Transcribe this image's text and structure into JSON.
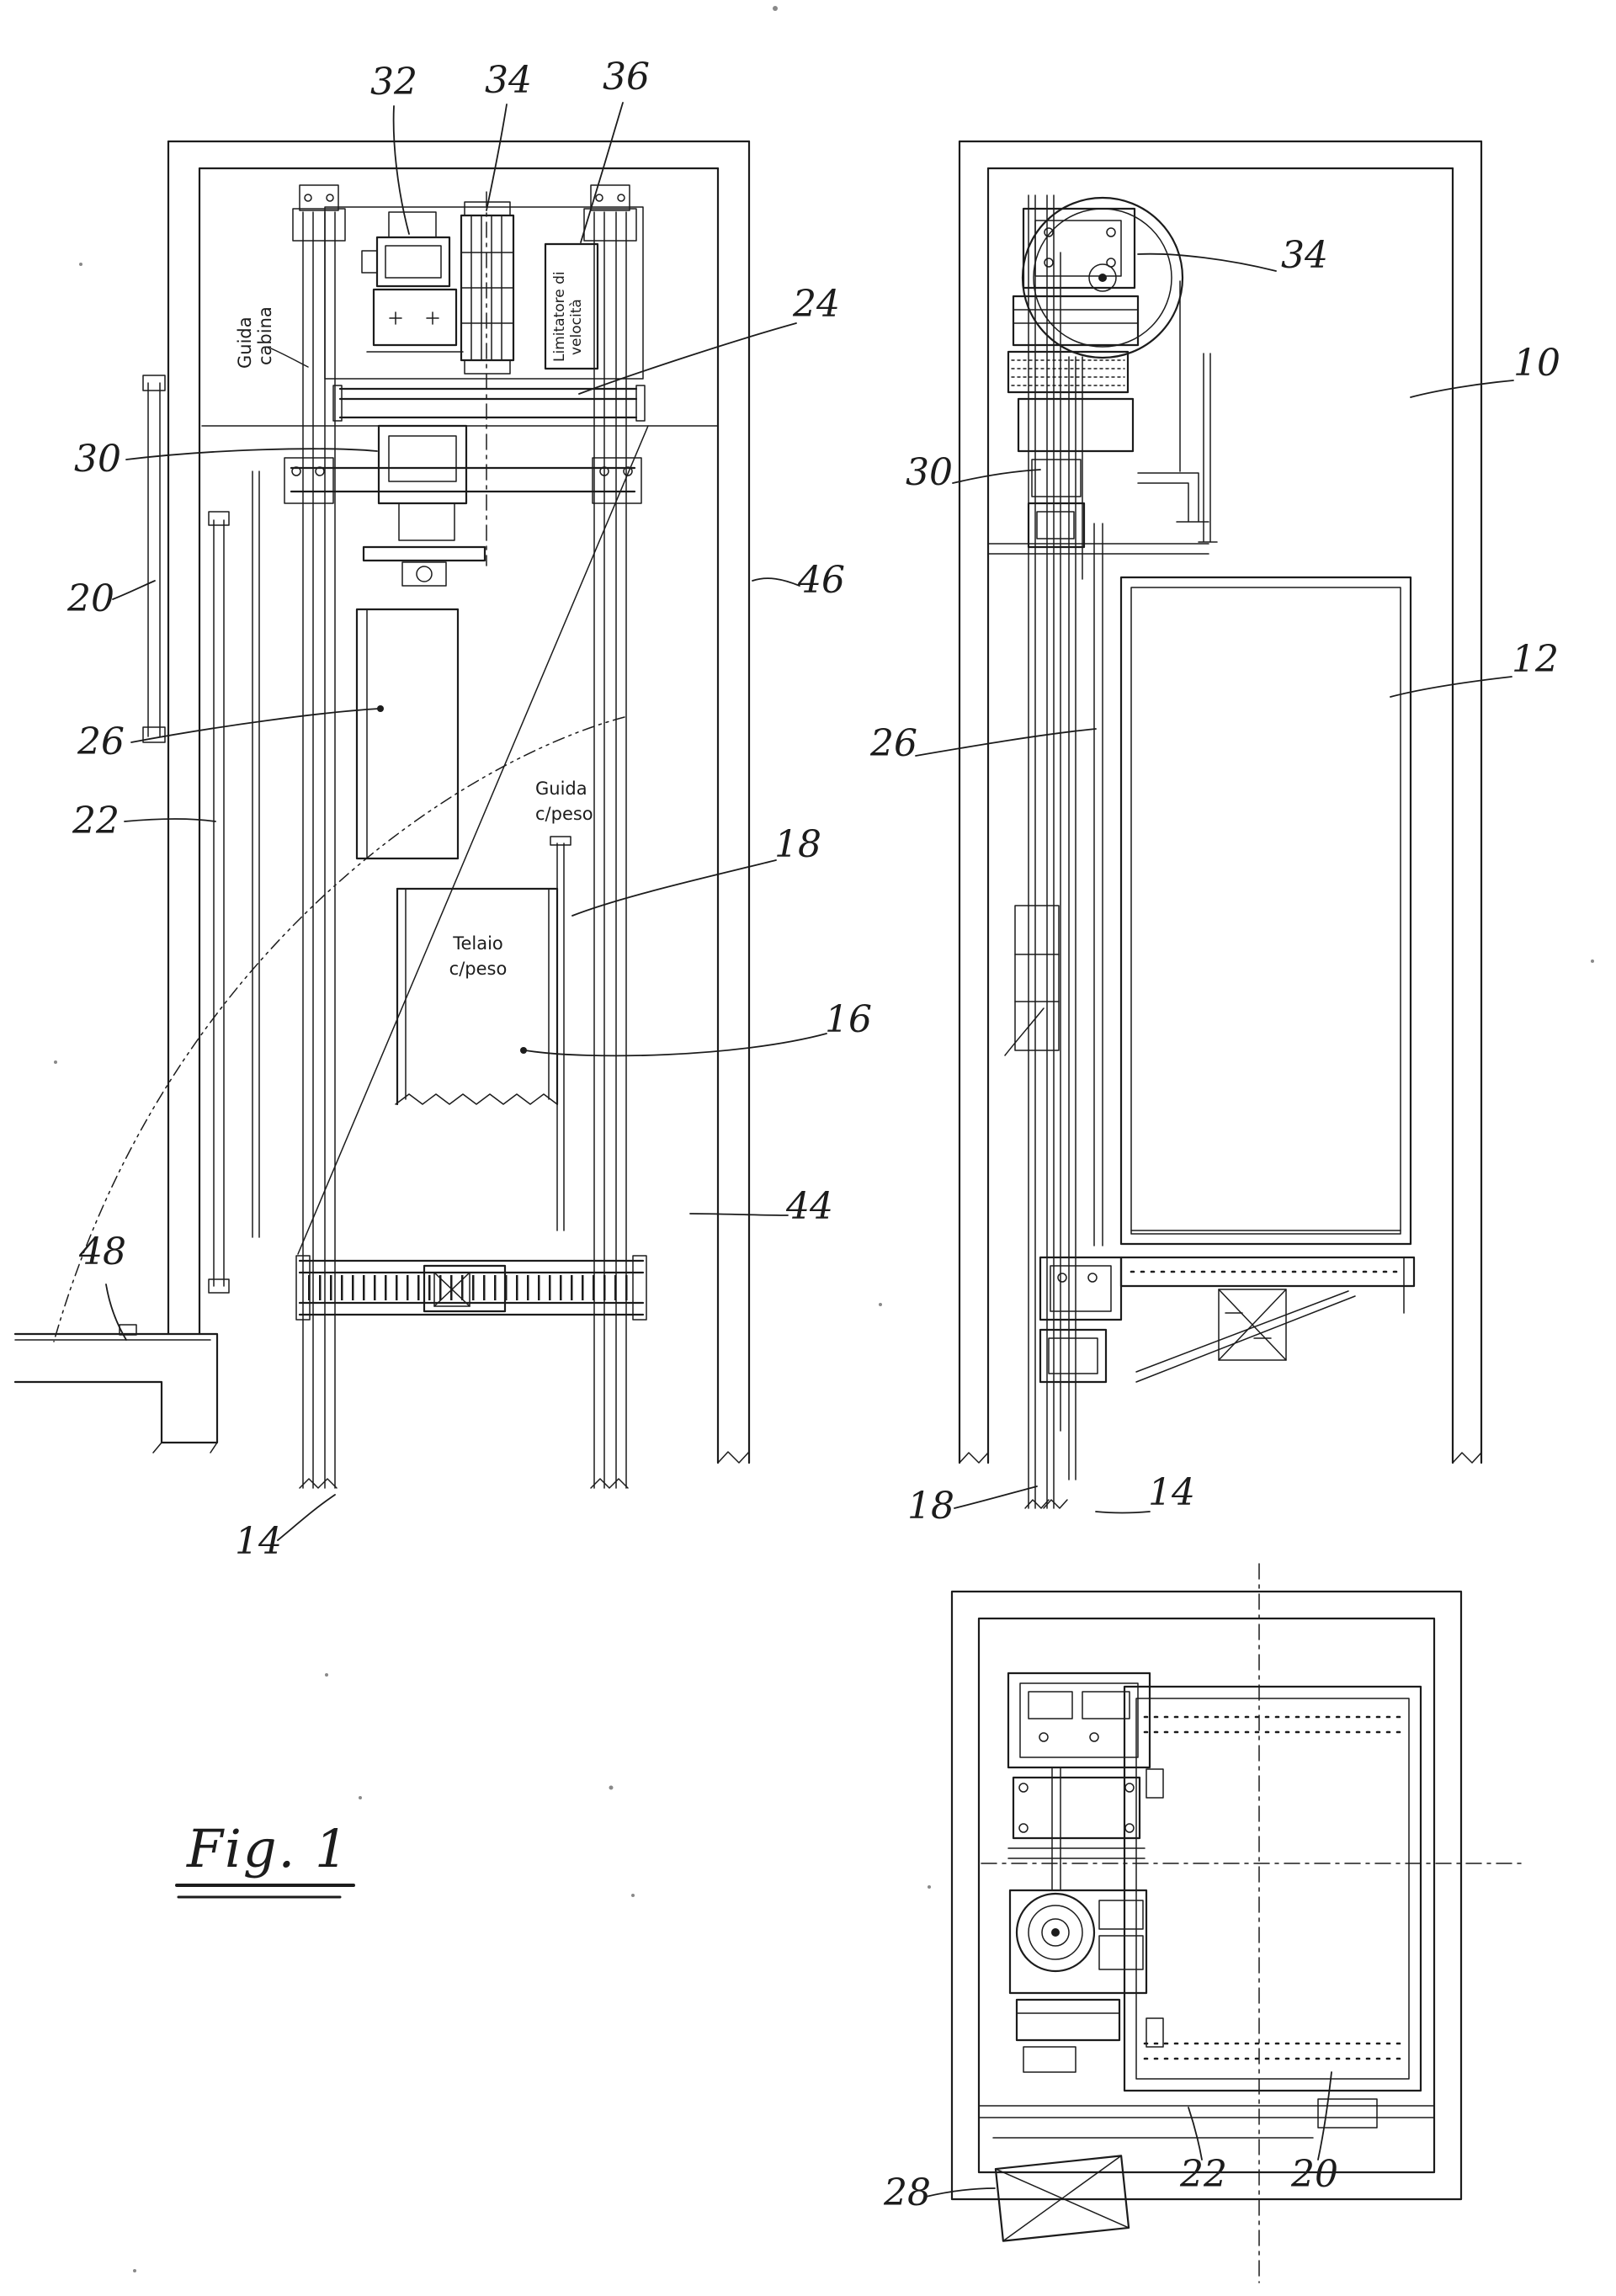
{
  "figure": {
    "caption": "Fig. 1"
  },
  "colors": {
    "ink": "#1c1c1c",
    "paper": "#ffffff"
  },
  "annotations": {
    "guida_cabina_line1": "Guida",
    "guida_cabina_line2": "cabina",
    "limitatore_line1": "Limitatore di",
    "limitatore_line2": "velocità",
    "guida_cpeso_line1": "Guida",
    "guida_cpeso_line2": "c/peso",
    "telaio_line1": "Telaio",
    "telaio_line2": "c/peso"
  },
  "ref_labels": {
    "front": {
      "n32": "32",
      "n34": "34",
      "n36": "36",
      "n24": "24",
      "n30": "30",
      "n20": "20",
      "n26": "26",
      "n22": "22",
      "n18": "18",
      "n16": "16",
      "n44": "44",
      "n46": "46",
      "n48": "48",
      "n14": "14"
    },
    "side": {
      "n34": "34",
      "n10": "10",
      "n30": "30",
      "n12": "12",
      "n26": "26",
      "n18": "18",
      "n14": "14"
    },
    "plan": {
      "n28": "28",
      "n22": "22",
      "n20": "20"
    }
  }
}
